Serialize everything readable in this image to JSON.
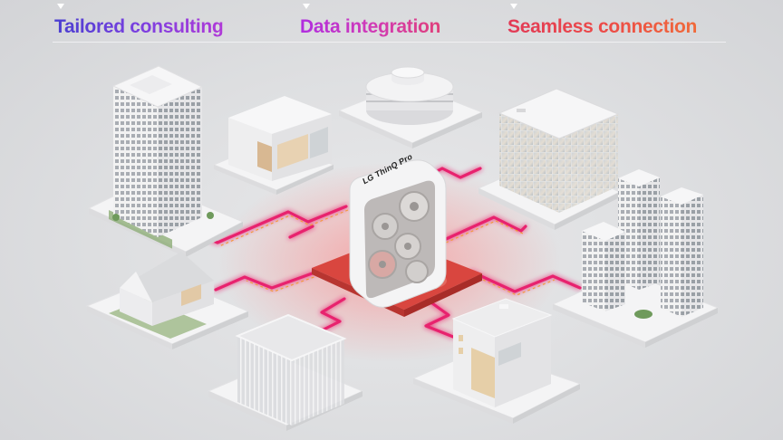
{
  "header": {
    "tabs": [
      {
        "label": "Tailored consulting",
        "active": true,
        "gradient": [
          "#4a3fd0",
          "#b03ad8"
        ]
      },
      {
        "label": "Data integration",
        "active": false,
        "gradient": [
          "#b02ee0",
          "#e0407a"
        ]
      },
      {
        "label": "Seamless connection",
        "active": false,
        "gradient": [
          "#e23a56",
          "#f06a3a"
        ]
      }
    ]
  },
  "scene": {
    "hub": {
      "label": "LG ThinQ Pro",
      "base_color": "#d9463f",
      "body_color": "#f4f4f5"
    },
    "connection_color": "#e8246e",
    "connection_glow": "#ff8a8a",
    "buildings": [
      {
        "id": "office-tower",
        "type": "high-rise office"
      },
      {
        "id": "modern-house",
        "type": "two-storey villa"
      },
      {
        "id": "round-building",
        "type": "circular building"
      },
      {
        "id": "glass-office",
        "type": "glass cube office"
      },
      {
        "id": "twin-towers",
        "type": "tower complex"
      },
      {
        "id": "gable-house",
        "type": "gabled house"
      },
      {
        "id": "square-office",
        "type": "square office block"
      },
      {
        "id": "apartment",
        "type": "apartment building"
      }
    ]
  }
}
